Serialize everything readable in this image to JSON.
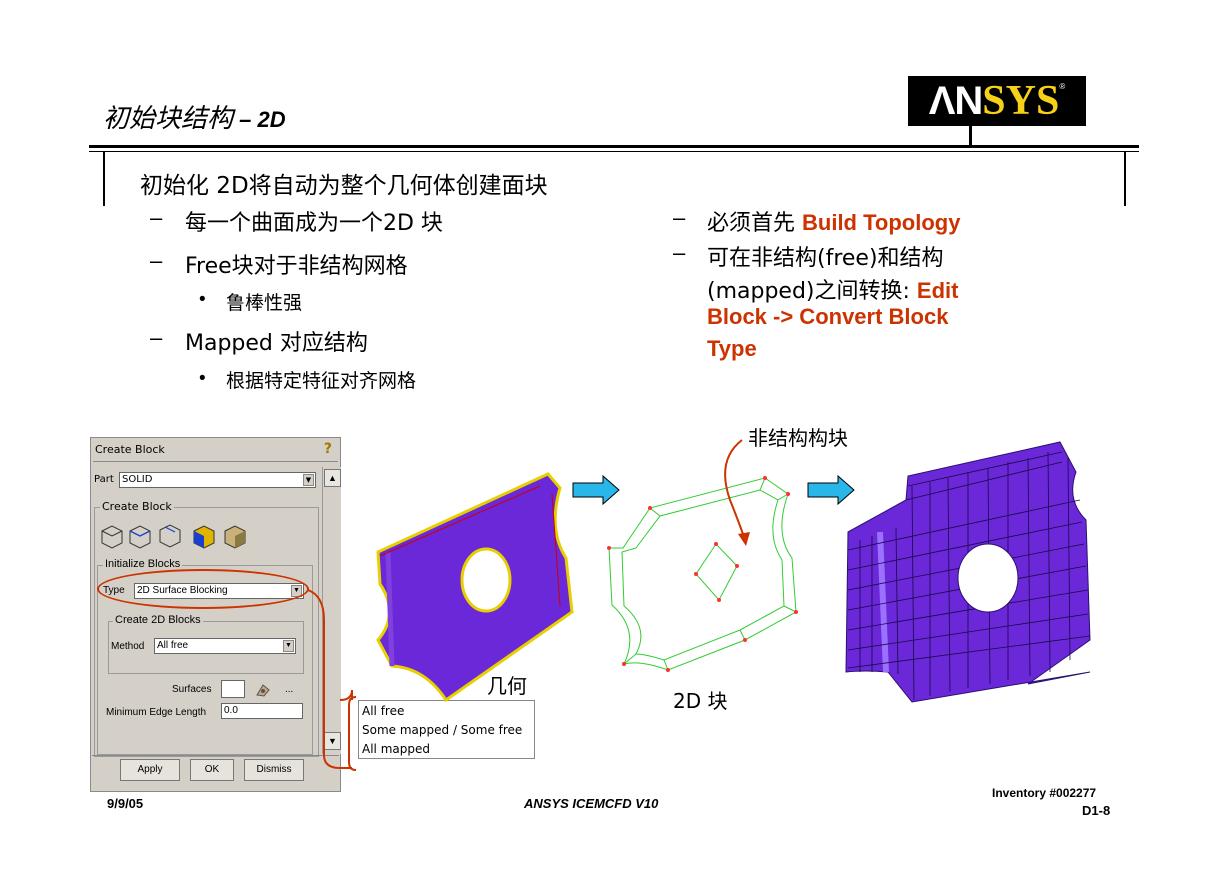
{
  "slide": {
    "title_cn": "初始块结构",
    "title_sep": " – ",
    "title_2d": "2D",
    "main_bullet": "初始化 2D将自动为整个几何体创建面块",
    "left_bullets": [
      {
        "dash": "–",
        "text": "每一个曲面成为一个2D 块"
      },
      {
        "dash": "–",
        "text": "Free块对于非结构网格"
      },
      {
        "dash": "•",
        "text": "鲁棒性强"
      },
      {
        "dash": "–",
        "text": "Mapped 对应结构"
      },
      {
        "dash": "•",
        "text": "根据特定特征对齐网格"
      }
    ],
    "right_bullets": [
      {
        "dash": "–",
        "text": "必须首先 ",
        "highlight": "Build Topology"
      },
      {
        "dash": "–",
        "text_line1": "可在非结构(free)和结构",
        "text_line2": "(mapped)之间转换: ",
        "highlight_line2": "Edit",
        "highlight_line3": "Block -> Convert Block",
        "highlight_line4": "Type"
      }
    ]
  },
  "logo": {
    "part1": "ΛN",
    "part2": "SYS",
    "reg": "®"
  },
  "dialog": {
    "title": "Create Block",
    "part_label": "Part",
    "part_value": "SOLID",
    "section_create": "Create Block",
    "section_init": "Initialize Blocks",
    "type_label": "Type",
    "type_value": "2D Surface Blocking",
    "section_2d": "Create 2D Blocks",
    "method_label": "Method",
    "method_value": "All free",
    "surfaces_label": "Surfaces",
    "surfaces_dots": "...",
    "min_edge_label": "Minimum Edge Length",
    "min_edge_value": "0.0",
    "buttons": {
      "apply": "Apply",
      "ok": "OK",
      "dismiss": "Dismiss"
    },
    "help_icon": "?"
  },
  "method_options": [
    "All free",
    "Some mapped / Some free",
    "All mapped"
  ],
  "captions": {
    "geometry": "几何",
    "blocks_2d": "2D 块",
    "unstructured": "非结构构块"
  },
  "footer": {
    "date": "9/9/05",
    "product": "ANSYS ICEMCFD V10",
    "inventory": "Inventory #002277",
    "page": "D1-8"
  },
  "colors": {
    "accent_red": "#cc3300",
    "mesh_purple": "#6a28d8",
    "block_green": "#33cc33",
    "arrow_blue": "#29b6e8",
    "logo_yellow": "#f7d117"
  }
}
